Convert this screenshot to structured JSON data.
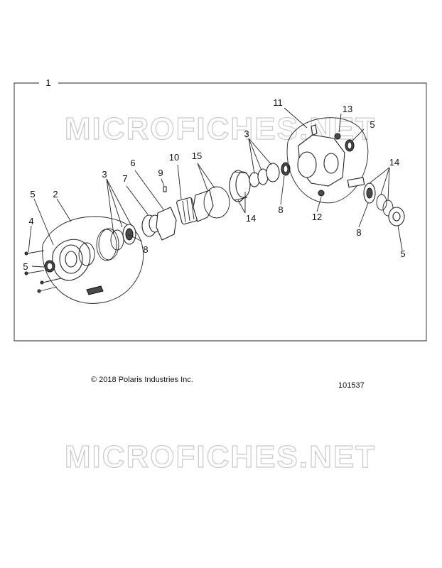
{
  "diagram": {
    "frame_label": "1",
    "watermark_top": "MICROFICHES.NET",
    "watermark_bottom": "MICROFICHES.NET",
    "copyright": "© 2018 Polaris Industries Inc.",
    "figure_number": "101537",
    "callouts": {
      "c2": "2",
      "c3a": "3",
      "c3b": "3",
      "c4": "4",
      "c5a": "5",
      "c5b": "5",
      "c5c": "5",
      "c5d": "5",
      "c6": "6",
      "c7": "7",
      "c8a": "8",
      "c8b": "8",
      "c8c": "8",
      "c9": "9",
      "c10": "10",
      "c11": "11",
      "c12": "12",
      "c13": "13",
      "c14a": "14",
      "c14b": "14",
      "c15": "15"
    }
  }
}
